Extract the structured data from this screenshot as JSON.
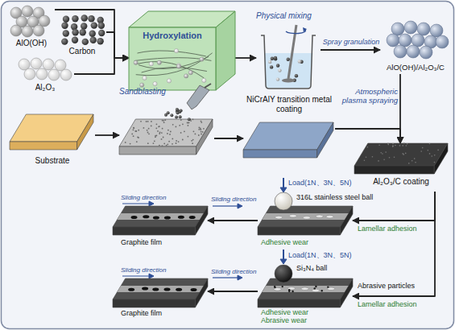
{
  "diagram": {
    "nodes": [
      {
        "text": [
          "AlO(OH)"
        ]
      },
      {
        "text": [
          "Carbon"
        ]
      },
      {
        "text": [
          "Al₂O₃"
        ]
      },
      {
        "text": [
          "Hydroxylation"
        ]
      },
      {
        "text": [
          "Physical mixing"
        ]
      },
      {
        "text": [
          "AlO(OH)/Al₂O₃/C"
        ]
      },
      {
        "text": [
          "Substrate"
        ]
      },
      {
        "text": [
          "Sandblasting"
        ]
      },
      {
        "text": [
          "NiCrAlY transition metal coating"
        ]
      },
      {
        "text": [
          "Al₂O₃/C coating"
        ]
      },
      {
        "text": [
          "Adhesive wear"
        ]
      },
      {
        "text": [
          "Graphite film"
        ]
      },
      {
        "text": [
          "Adhesive wear",
          "Abrasive wear"
        ]
      },
      {
        "text": [
          "Graphite film"
        ]
      }
    ],
    "edges": [
      {
        "from": 0,
        "to": 3,
        "arrow": "to"
      },
      {
        "from": 1,
        "to": 3,
        "arrow": "to"
      },
      {
        "from": 2,
        "to": 3,
        "arrow": "to"
      },
      {
        "from": 3,
        "to": 4,
        "arrow": "to"
      },
      {
        "from": 4,
        "to": 5,
        "label": "Spray granulation",
        "arrow": "to"
      },
      {
        "from": 6,
        "to": 7,
        "arrow": "to"
      },
      {
        "from": 7,
        "to": 8,
        "arrow": "to"
      },
      {
        "from": 5,
        "to": 9,
        "label": "Atmospheric plasma spraying",
        "arrow": "to"
      },
      {
        "from": 8,
        "to": 9,
        "arrow": "to"
      },
      {
        "from": 9,
        "to": 10,
        "arrow": "to"
      },
      {
        "from": 10,
        "to": 11,
        "arrow": "to"
      },
      {
        "from": 9,
        "to": 12,
        "arrow": "to"
      },
      {
        "from": 12,
        "to": 13,
        "arrow": "to"
      }
    ],
    "labels": [
      "Load(1N、3N、5N)",
      "316L stainless steel ball",
      "Sliding direction",
      "Lamellar adhesion",
      "Sliding direction",
      "Load(1N、3N、5N)",
      "Si₃N₄ ball",
      "Abrasive particles",
      "Sliding direction",
      "Lamellar adhesion",
      "Sliding direction"
    ]
  }
}
